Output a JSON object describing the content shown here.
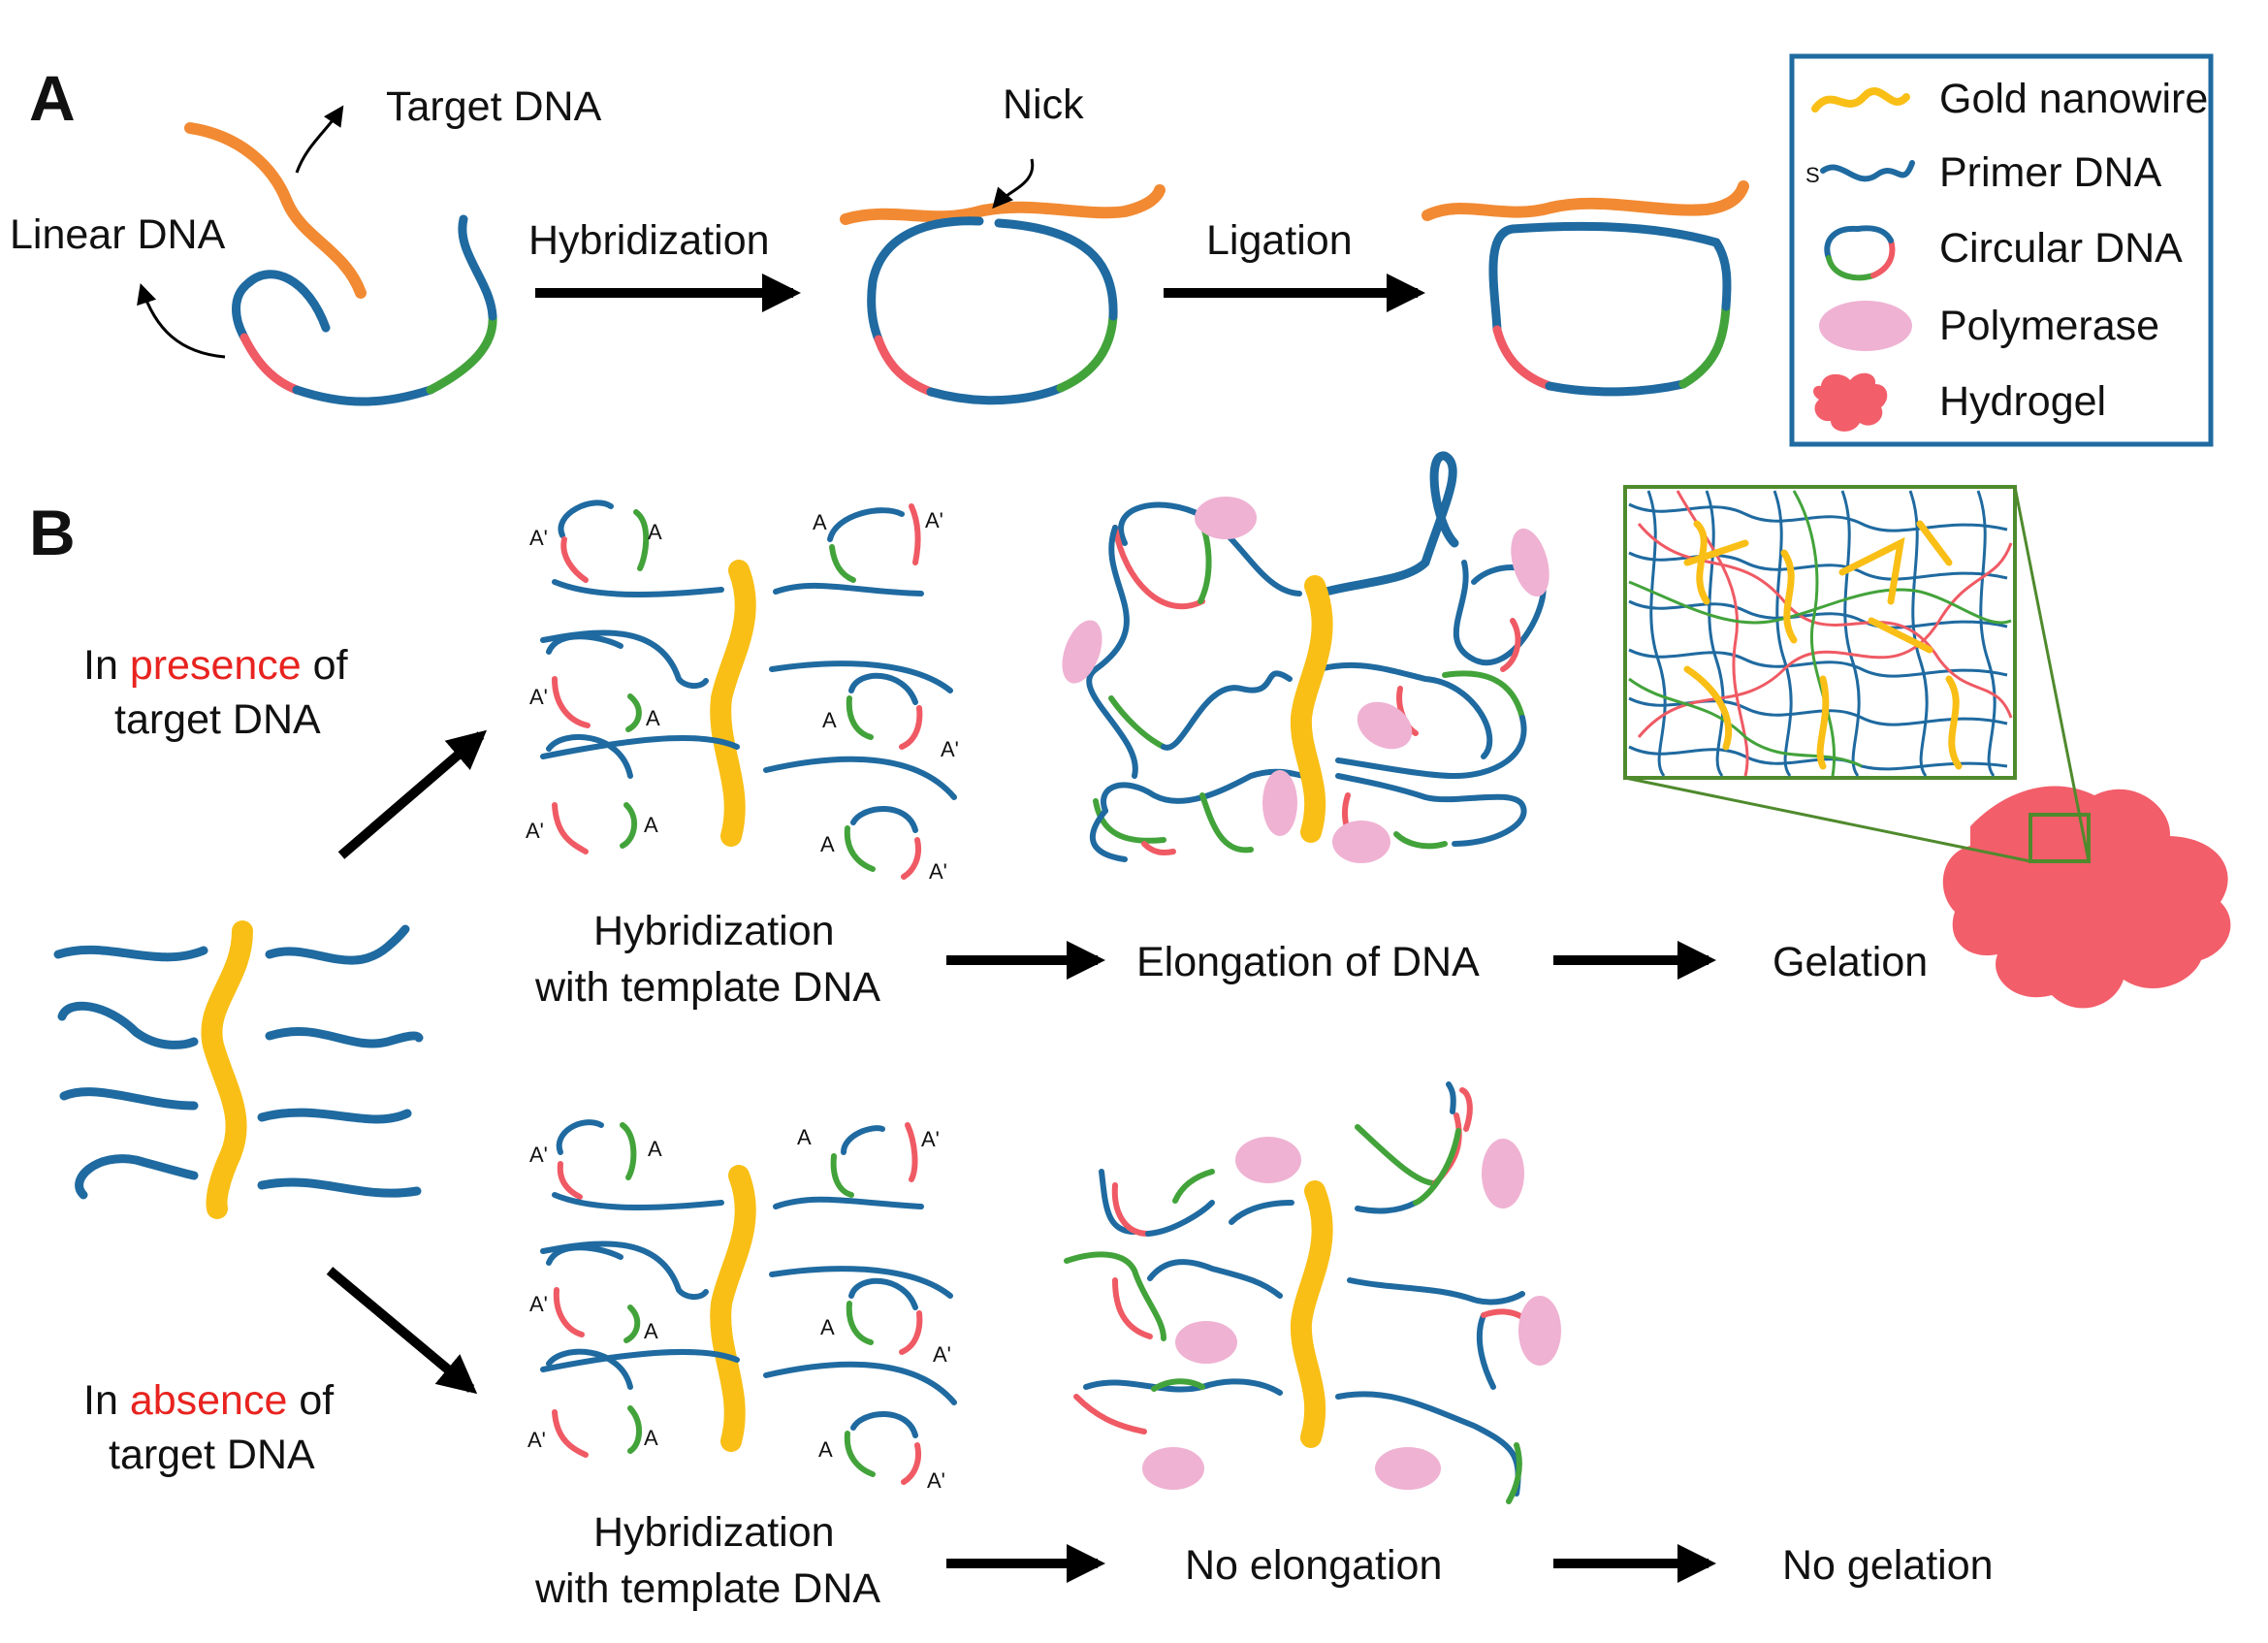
{
  "panels": {
    "a": "A",
    "b": "B"
  },
  "panel_a": {
    "target_dna": "Target DNA",
    "linear_dna": "Linear DNA",
    "nick": "Nick",
    "hybridization": "Hybridization",
    "ligation": "Ligation"
  },
  "legend": {
    "items": [
      {
        "label": "Gold nanowire",
        "icon": "gold-nanowire-icon"
      },
      {
        "label": "Primer DNA",
        "icon": "primer-dna-icon"
      },
      {
        "label": "Circular DNA",
        "icon": "circular-dna-icon"
      },
      {
        "label": "Polymerase",
        "icon": "polymerase-icon"
      },
      {
        "label": "Hydrogel",
        "icon": "hydrogel-icon"
      }
    ]
  },
  "panel_b": {
    "presence": {
      "prefix": "In ",
      "highlight": "presence",
      "suffix": " of",
      "line2": "target DNA"
    },
    "absence": {
      "prefix": "In ",
      "highlight": "absence",
      "suffix": " of",
      "line2": "target DNA"
    },
    "top_steps": {
      "hyb_line1": "Hybridization",
      "hyb_line2": "with template DNA",
      "elongation": "Elongation of DNA",
      "gelation": "Gelation"
    },
    "bottom_steps": {
      "hyb_line1": "Hybridization",
      "hyb_line2": "with template DNA",
      "elongation": "No elongation",
      "gelation": "No gelation"
    },
    "thiol_label": "S",
    "site_a": "A",
    "site_a_prime": "A'"
  },
  "colors": {
    "gold": "#f9bf16",
    "primer_blue": "#1f6aa0",
    "red_segment": "#ef5a64",
    "green_segment": "#43a33b",
    "target_orange": "#f28a33",
    "polymerase_pink": "#efb2d3",
    "hydrogel_red": "#f25e6a",
    "legend_border": "#1f6aa0",
    "zoom_frame": "#4f8a2d",
    "highlight_red": "#e8231f"
  }
}
